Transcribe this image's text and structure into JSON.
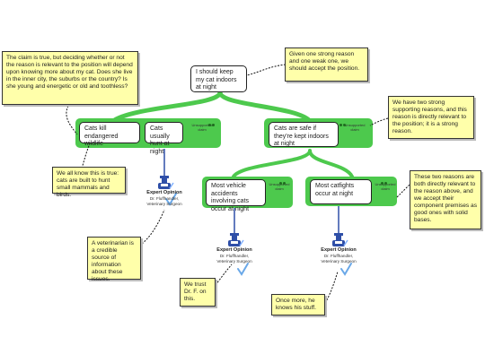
{
  "diagram": {
    "claim": "I should keep my cat indoors at night",
    "reasons": {
      "left_claims": [
        "Cats kill endangered wildlife",
        "Cats usually hunt at night"
      ],
      "left_tag": "Unsupported claim",
      "right_claim": "Cats are safe if they're kept indoors at night",
      "right_tag": "Unsupported claim",
      "vehicle": "Most vehicle accidents involving cats occur at night",
      "vehicle_tag": "Unsupported claim",
      "catfights": "Most catfights occur at night",
      "catfights_tag": "Unsupported claim"
    },
    "experts": [
      {
        "title": "Expert Opinion",
        "name": "Dr. Fluffhandler, Veterinary Surgeon"
      },
      {
        "title": "Expert Opinion",
        "name": "Dr. Fluffhandler, Veterinary Surgeon"
      },
      {
        "title": "Expert Opinion",
        "name": "Dr. Fluffhandler, Veterinary Surgeon"
      }
    ],
    "notes": {
      "top_left": "The claim is true, but deciding whether or not the reason is relevant to the position will depend upon knowing more about my cat. Does she live in the inner city, the suburbs or the country? Is she young and energetic or old and toothless?",
      "top_right": "Given one strong reason and one weak one, we should accept the position.",
      "right_strong": "We have two strong supporting reasons, and this reason is directly relevant to the position; it is a strong reason.",
      "known": "We all know this is true: cats are built to hunt small mammals and birds.",
      "vet": "A veterinarian is a credible source of information about these issues.",
      "trust": "We trust Dr. F. on this.",
      "both": "These two reasons are both directly relevant to the reason above, and we accept their component premises as good ones with solid bases.",
      "once": "Once more, he knows his stuff."
    },
    "colors": {
      "support_green": "#4dc94d",
      "note_fill": "#ffffaa",
      "expert_blue": "#2f4fa8"
    }
  }
}
